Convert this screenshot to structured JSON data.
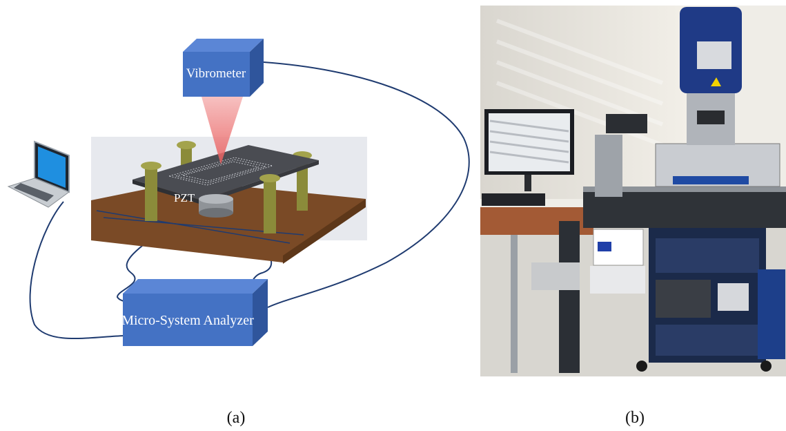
{
  "diagram": {
    "vibrometer_label": "Vibrometer",
    "analyzer_label": "Micro-System Analyzer",
    "pzt_label": "PZT",
    "box_color": "#4472c4",
    "box_side_color": "#2f559c",
    "box_top_color": "#5b86d6",
    "cable_color": "#1f3b70",
    "laser_color": "#f08a8a",
    "base_color": "#7a4a26",
    "bolt_color": "#8b8b3a"
  },
  "photo": {
    "description_icon": "lab-setup-photo"
  },
  "captions": {
    "a": "(a)",
    "b": "(b)"
  }
}
